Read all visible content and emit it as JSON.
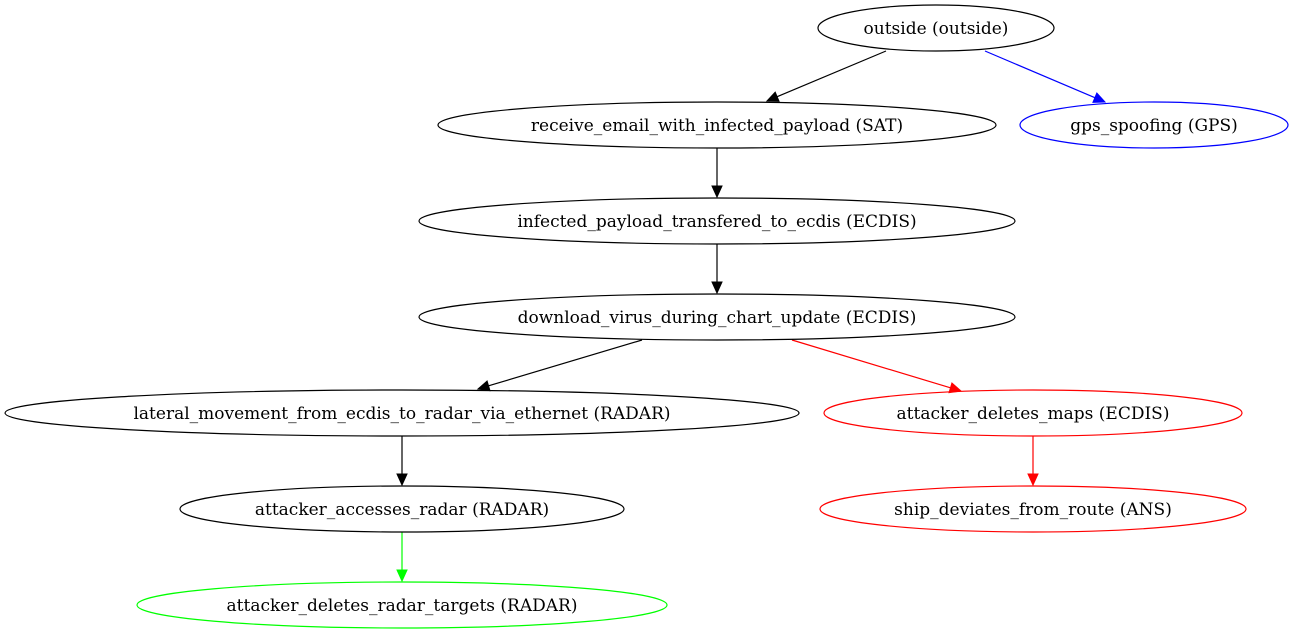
{
  "colors": {
    "default": "#000000",
    "blue": "#0000ff",
    "red": "#ff0000",
    "green": "#00ff00"
  },
  "nodes": [
    {
      "id": "outside",
      "label": "outside (outside)",
      "color": "#000000"
    },
    {
      "id": "receive_email",
      "label": "receive_email_with_infected_payload (SAT)",
      "color": "#000000"
    },
    {
      "id": "gps_spoofing",
      "label": "gps_spoofing (GPS)",
      "color": "#0000ff"
    },
    {
      "id": "infected_payload",
      "label": "infected_payload_transfered_to_ecdis (ECDIS)",
      "color": "#000000"
    },
    {
      "id": "download_virus",
      "label": "download_virus_during_chart_update (ECDIS)",
      "color": "#000000"
    },
    {
      "id": "lateral_movement",
      "label": "lateral_movement_from_ecdis_to_radar_via_ethernet (RADAR)",
      "color": "#000000"
    },
    {
      "id": "deletes_maps",
      "label": "attacker_deletes_maps (ECDIS)",
      "color": "#ff0000"
    },
    {
      "id": "accesses_radar",
      "label": "attacker_accesses_radar (RADAR)",
      "color": "#000000"
    },
    {
      "id": "deviates_route",
      "label": "ship_deviates_from_route (ANS)",
      "color": "#ff0000"
    },
    {
      "id": "deletes_targets",
      "label": "attacker_deletes_radar_targets (RADAR)",
      "color": "#00ff00"
    }
  ],
  "edges": [
    {
      "from": "outside",
      "to": "receive_email",
      "color": "#000000"
    },
    {
      "from": "outside",
      "to": "gps_spoofing",
      "color": "#0000ff"
    },
    {
      "from": "receive_email",
      "to": "infected_payload",
      "color": "#000000"
    },
    {
      "from": "infected_payload",
      "to": "download_virus",
      "color": "#000000"
    },
    {
      "from": "download_virus",
      "to": "lateral_movement",
      "color": "#000000"
    },
    {
      "from": "download_virus",
      "to": "deletes_maps",
      "color": "#ff0000"
    },
    {
      "from": "lateral_movement",
      "to": "accesses_radar",
      "color": "#000000"
    },
    {
      "from": "deletes_maps",
      "to": "deviates_route",
      "color": "#ff0000"
    },
    {
      "from": "accesses_radar",
      "to": "deletes_targets",
      "color": "#00ff00"
    }
  ]
}
